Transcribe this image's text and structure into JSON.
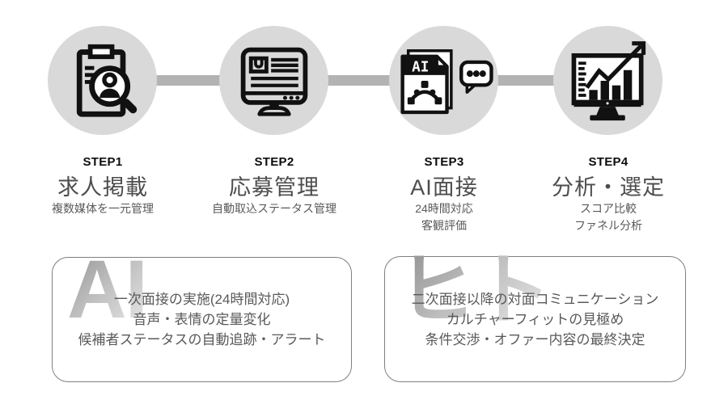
{
  "palette": {
    "circle_bg": "#d9d9d9",
    "connector": "#b3b3b3",
    "step_label": "#0d0d0d",
    "step_title": "#4d4d4d",
    "step_subtitle": "#595959",
    "box_border": "#7f7f7f",
    "box_text": "#595959",
    "watermark_gradient": [
      "#8f8f8f",
      "#e9e9e9"
    ],
    "icon": "#111111"
  },
  "steps": [
    {
      "label": "STEP1",
      "title": "求人掲載",
      "subs": [
        "複数媒体を一元管理"
      ],
      "icon": "clipboard-candidate-search-icon"
    },
    {
      "label": "STEP2",
      "title": "応募管理",
      "subs": [
        "自動取込ステータス管理"
      ],
      "icon": "monitor-application-list-icon"
    },
    {
      "label": "STEP3",
      "title": "AI面接",
      "subs": [
        "24時間対応",
        "客観評価"
      ],
      "icon": "ai-file-chat-icon",
      "icon_label": "AI"
    },
    {
      "label": "STEP4",
      "title": "分析・選定",
      "subs": [
        "スコア比較",
        "ファネル分析"
      ],
      "icon": "analytics-chart-monitor-icon"
    }
  ],
  "boxes": [
    {
      "watermark": "AI",
      "lines": [
        "一次面接の実施(24時間対応)",
        "音声・表情の定量変化",
        "候補者ステータスの自動追跡・アラート"
      ]
    },
    {
      "watermark": "ヒト",
      "lines": [
        "二次面接以降の対面コミュニケーション",
        "カルチャーフィットの見極め",
        "条件交渉・オファー内容の最終決定"
      ]
    }
  ]
}
